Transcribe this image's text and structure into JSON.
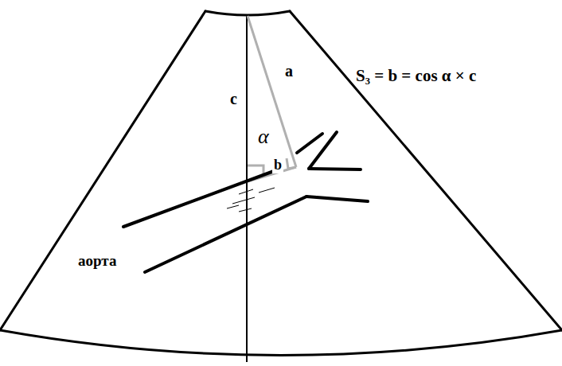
{
  "diagram": {
    "labels": [
      "c",
      "a",
      "α",
      "b",
      "аорта",
      "S₃ = b = cos α × c"
    ]
  }
}
